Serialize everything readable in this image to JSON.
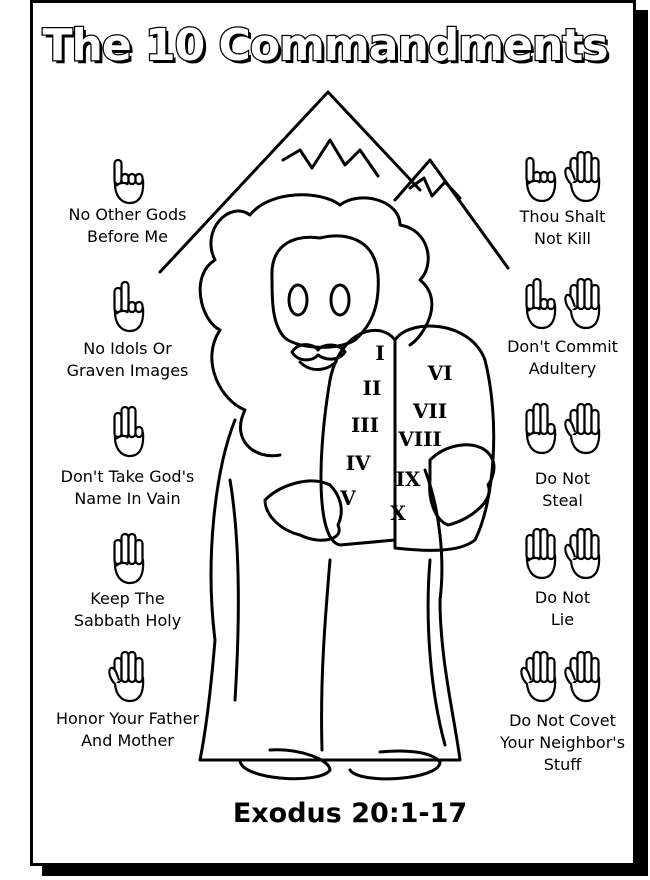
{
  "title": "The 10 Commandments",
  "reference": "Exodus 20:1-17",
  "commandments_left": [
    {
      "line1": "No Other Gods",
      "line2": "Before Me",
      "fingers": 1
    },
    {
      "line1": "No Idols Or",
      "line2": "Graven Images",
      "fingers": 2
    },
    {
      "line1": "Don't Take God's",
      "line2": "Name In Vain",
      "fingers": 3
    },
    {
      "line1": "Keep The",
      "line2": "Sabbath Holy",
      "fingers": 4
    },
    {
      "line1": "Honor Your Father",
      "line2": "And Mother",
      "fingers": 5
    }
  ],
  "commandments_right": [
    {
      "line1": "Thou Shalt",
      "line2": "Not Kill",
      "fingers": 6
    },
    {
      "line1": "Don't Commit",
      "line2": "Adultery",
      "fingers": 7
    },
    {
      "line1": "Do Not",
      "line2": "Steal",
      "fingers": 8
    },
    {
      "line1": "Do Not",
      "line2": "Lie",
      "fingers": 9
    },
    {
      "line1": "Do Not Covet",
      "line2": "Your Neighbor's",
      "line3": "Stuff",
      "fingers": 10
    }
  ],
  "tablet_left_numerals": [
    "I",
    "II",
    "III",
    "IV",
    "V"
  ],
  "tablet_right_numerals": [
    "VI",
    "VII",
    "VIII",
    "IX",
    "X"
  ]
}
